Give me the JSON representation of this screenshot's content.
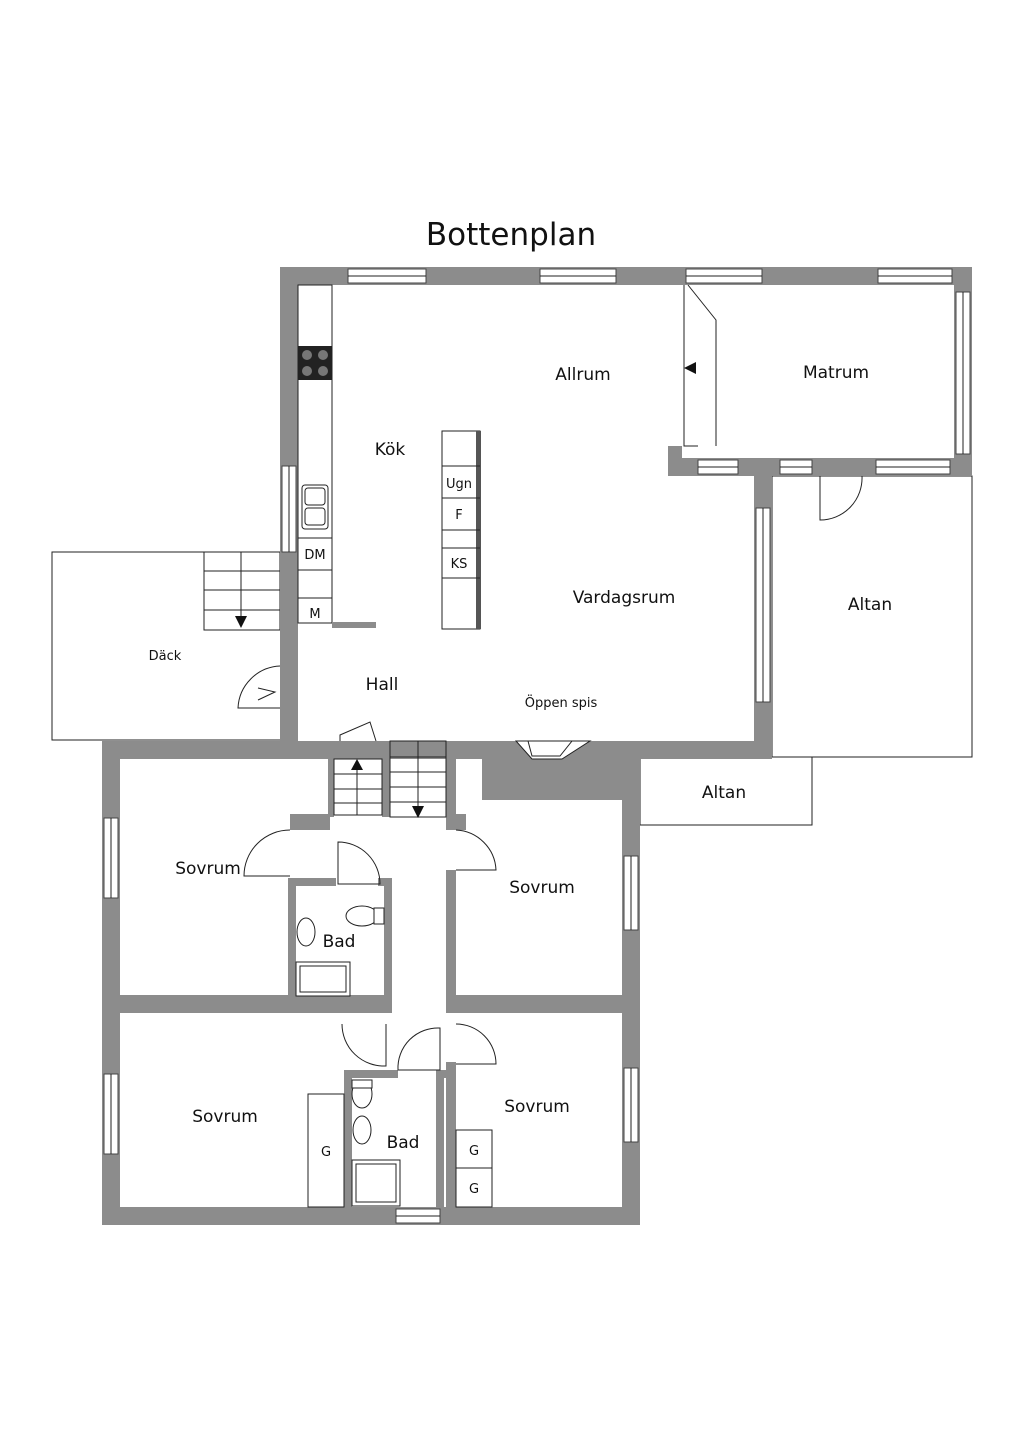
{
  "plan": {
    "title": "Bottenplan",
    "rooms": {
      "kok": "Kök",
      "allrum": "Allrum",
      "matrum": "Matrum",
      "vardagsrum": "Vardagsrum",
      "altan_upper": "Altan",
      "altan_lower": "Altan",
      "dack": "Däck",
      "hall": "Hall",
      "oppen_spis": "Öppen spis",
      "sovrum_nw": "Sovrum",
      "sovrum_ne": "Sovrum",
      "sovrum_sw": "Sovrum",
      "sovrum_se": "Sovrum",
      "bad_upper": "Bad",
      "bad_lower": "Bad"
    },
    "fixtures": {
      "ugn": "Ugn",
      "f": "F",
      "ks": "KS",
      "dm": "DM",
      "m": "M",
      "g_sw": "G",
      "g_se_1": "G",
      "g_se_2": "G"
    },
    "colors": {
      "wall": "#8c8c8c",
      "line": "#222222",
      "background": "#ffffff"
    }
  }
}
